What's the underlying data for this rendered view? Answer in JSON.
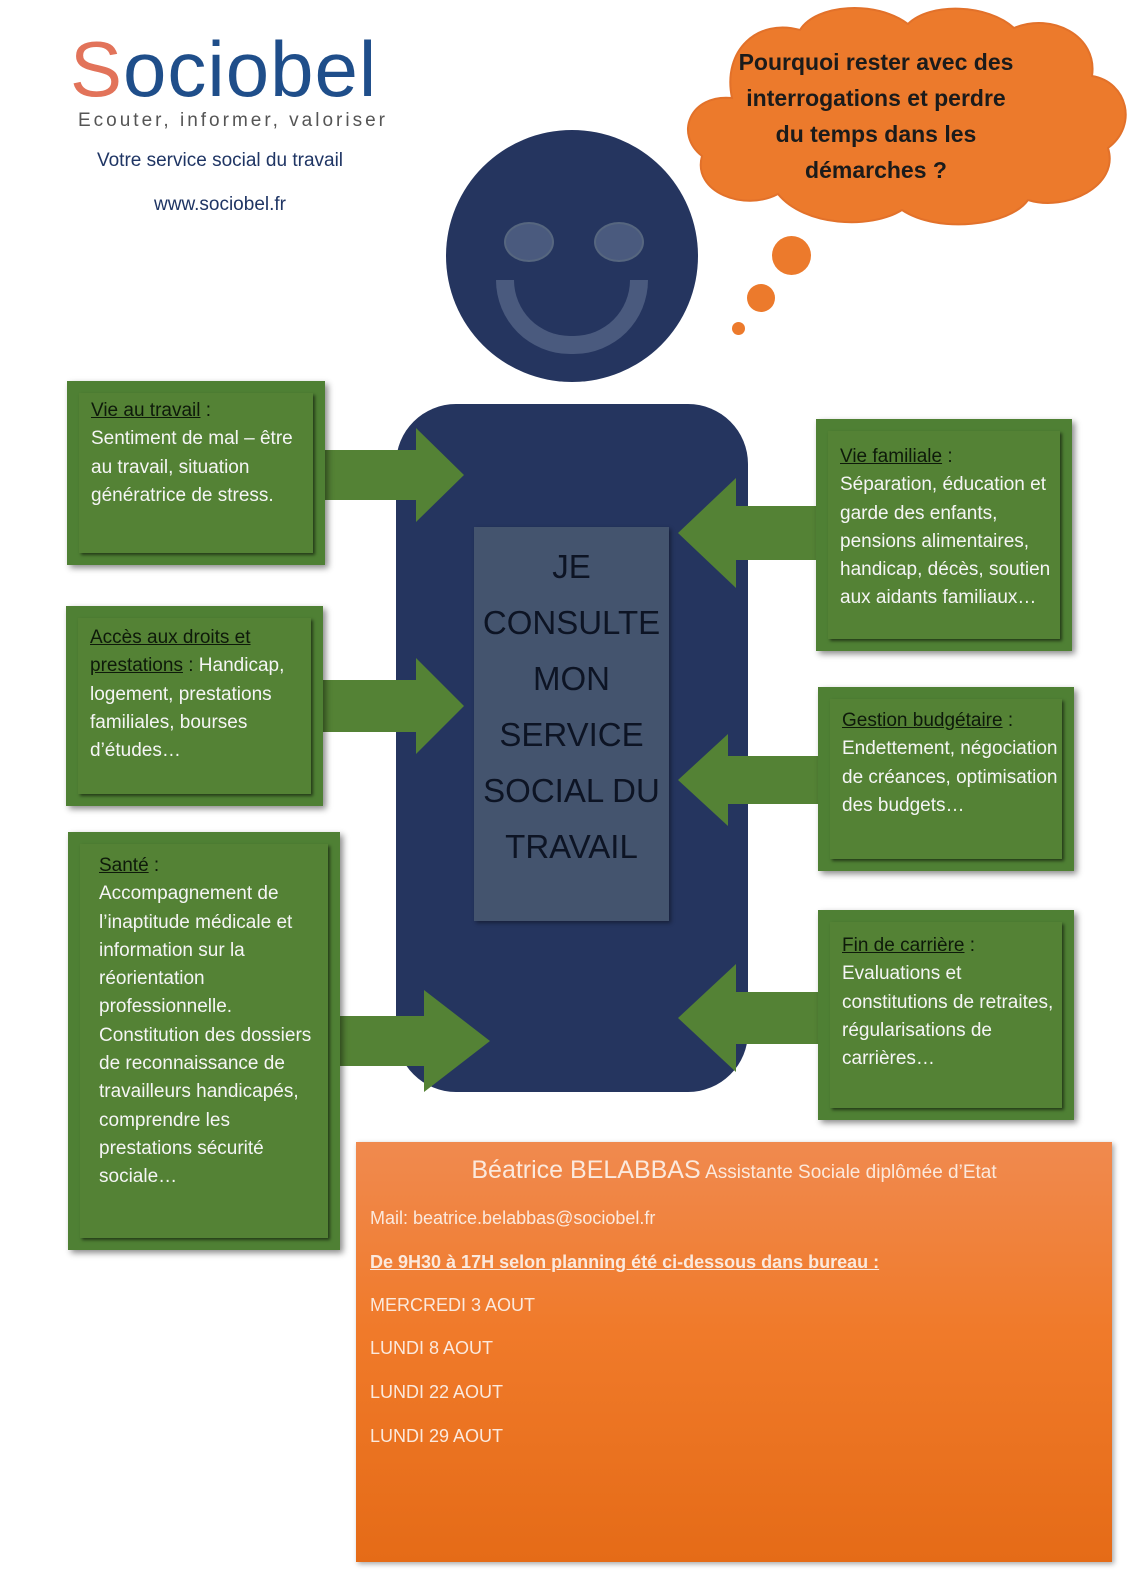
{
  "header": {
    "brand_s": "S",
    "brand_rest": "ociobel",
    "tagline": "Ecouter, informer, valoriser",
    "subtitle": "Votre service social du travail",
    "website": "www.sociobel.fr"
  },
  "bubble": {
    "text": "Pourquoi rester avec des interrogations et perdre du temps dans les démarches ?"
  },
  "center": {
    "text": "JE CONSULTE MON SERVICE SOCIAL DU TRAVAIL"
  },
  "boxes": {
    "vie_travail": {
      "title": "Vie au travail",
      "colon": " :",
      "body": "Sentiment de mal – être au travail, situation génératrice de stress."
    },
    "acces_droits": {
      "title": "Accès aux droits et prestations",
      "colon": " :",
      "body": "Handicap, logement, prestations familiales, bourses d’études…"
    },
    "sante": {
      "title": "Santé",
      "colon": " :",
      "body": "Accompagnement de l’inaptitude médicale et information sur la réorientation professionnelle. Constitution des dossiers de reconnaissance de travailleurs handicapés, comprendre les prestations sécurité sociale…"
    },
    "vie_familiale": {
      "title": "Vie familiale",
      "colon": " :",
      "body": "Séparation, éducation et garde des enfants, pensions alimentaires, handicap, décès, soutien aux aidants familiaux…"
    },
    "gestion_budget": {
      "title": "Gestion budgétaire",
      "colon": " :",
      "body": "Endettement, négociation de créances, optimisation des budgets…"
    },
    "fin_carriere": {
      "title": "Fin de carrière",
      "colon": " :",
      "body": "Evaluations et constitutions de retraites, régularisations de carrières…"
    }
  },
  "contact": {
    "name": "Béatrice BELABBAS",
    "role": "Assistante Sociale diplômée d’Etat",
    "mail": "Mail: beatrice.belabbas@sociobel.fr",
    "hours": "De 9H30 à 17H selon planning été ci-dessous dans bureau :",
    "dates": [
      "MERCREDI 3 AOUT",
      "LUNDI 8 AOUT",
      "LUNDI 22 AOUT",
      "LUNDI 29 AOUT"
    ]
  },
  "colors": {
    "navy": "#25355f",
    "green": "#548235",
    "orange": "#f07a2a",
    "brand_blue": "#1f4e8a",
    "brand_s": "#e2735a"
  }
}
